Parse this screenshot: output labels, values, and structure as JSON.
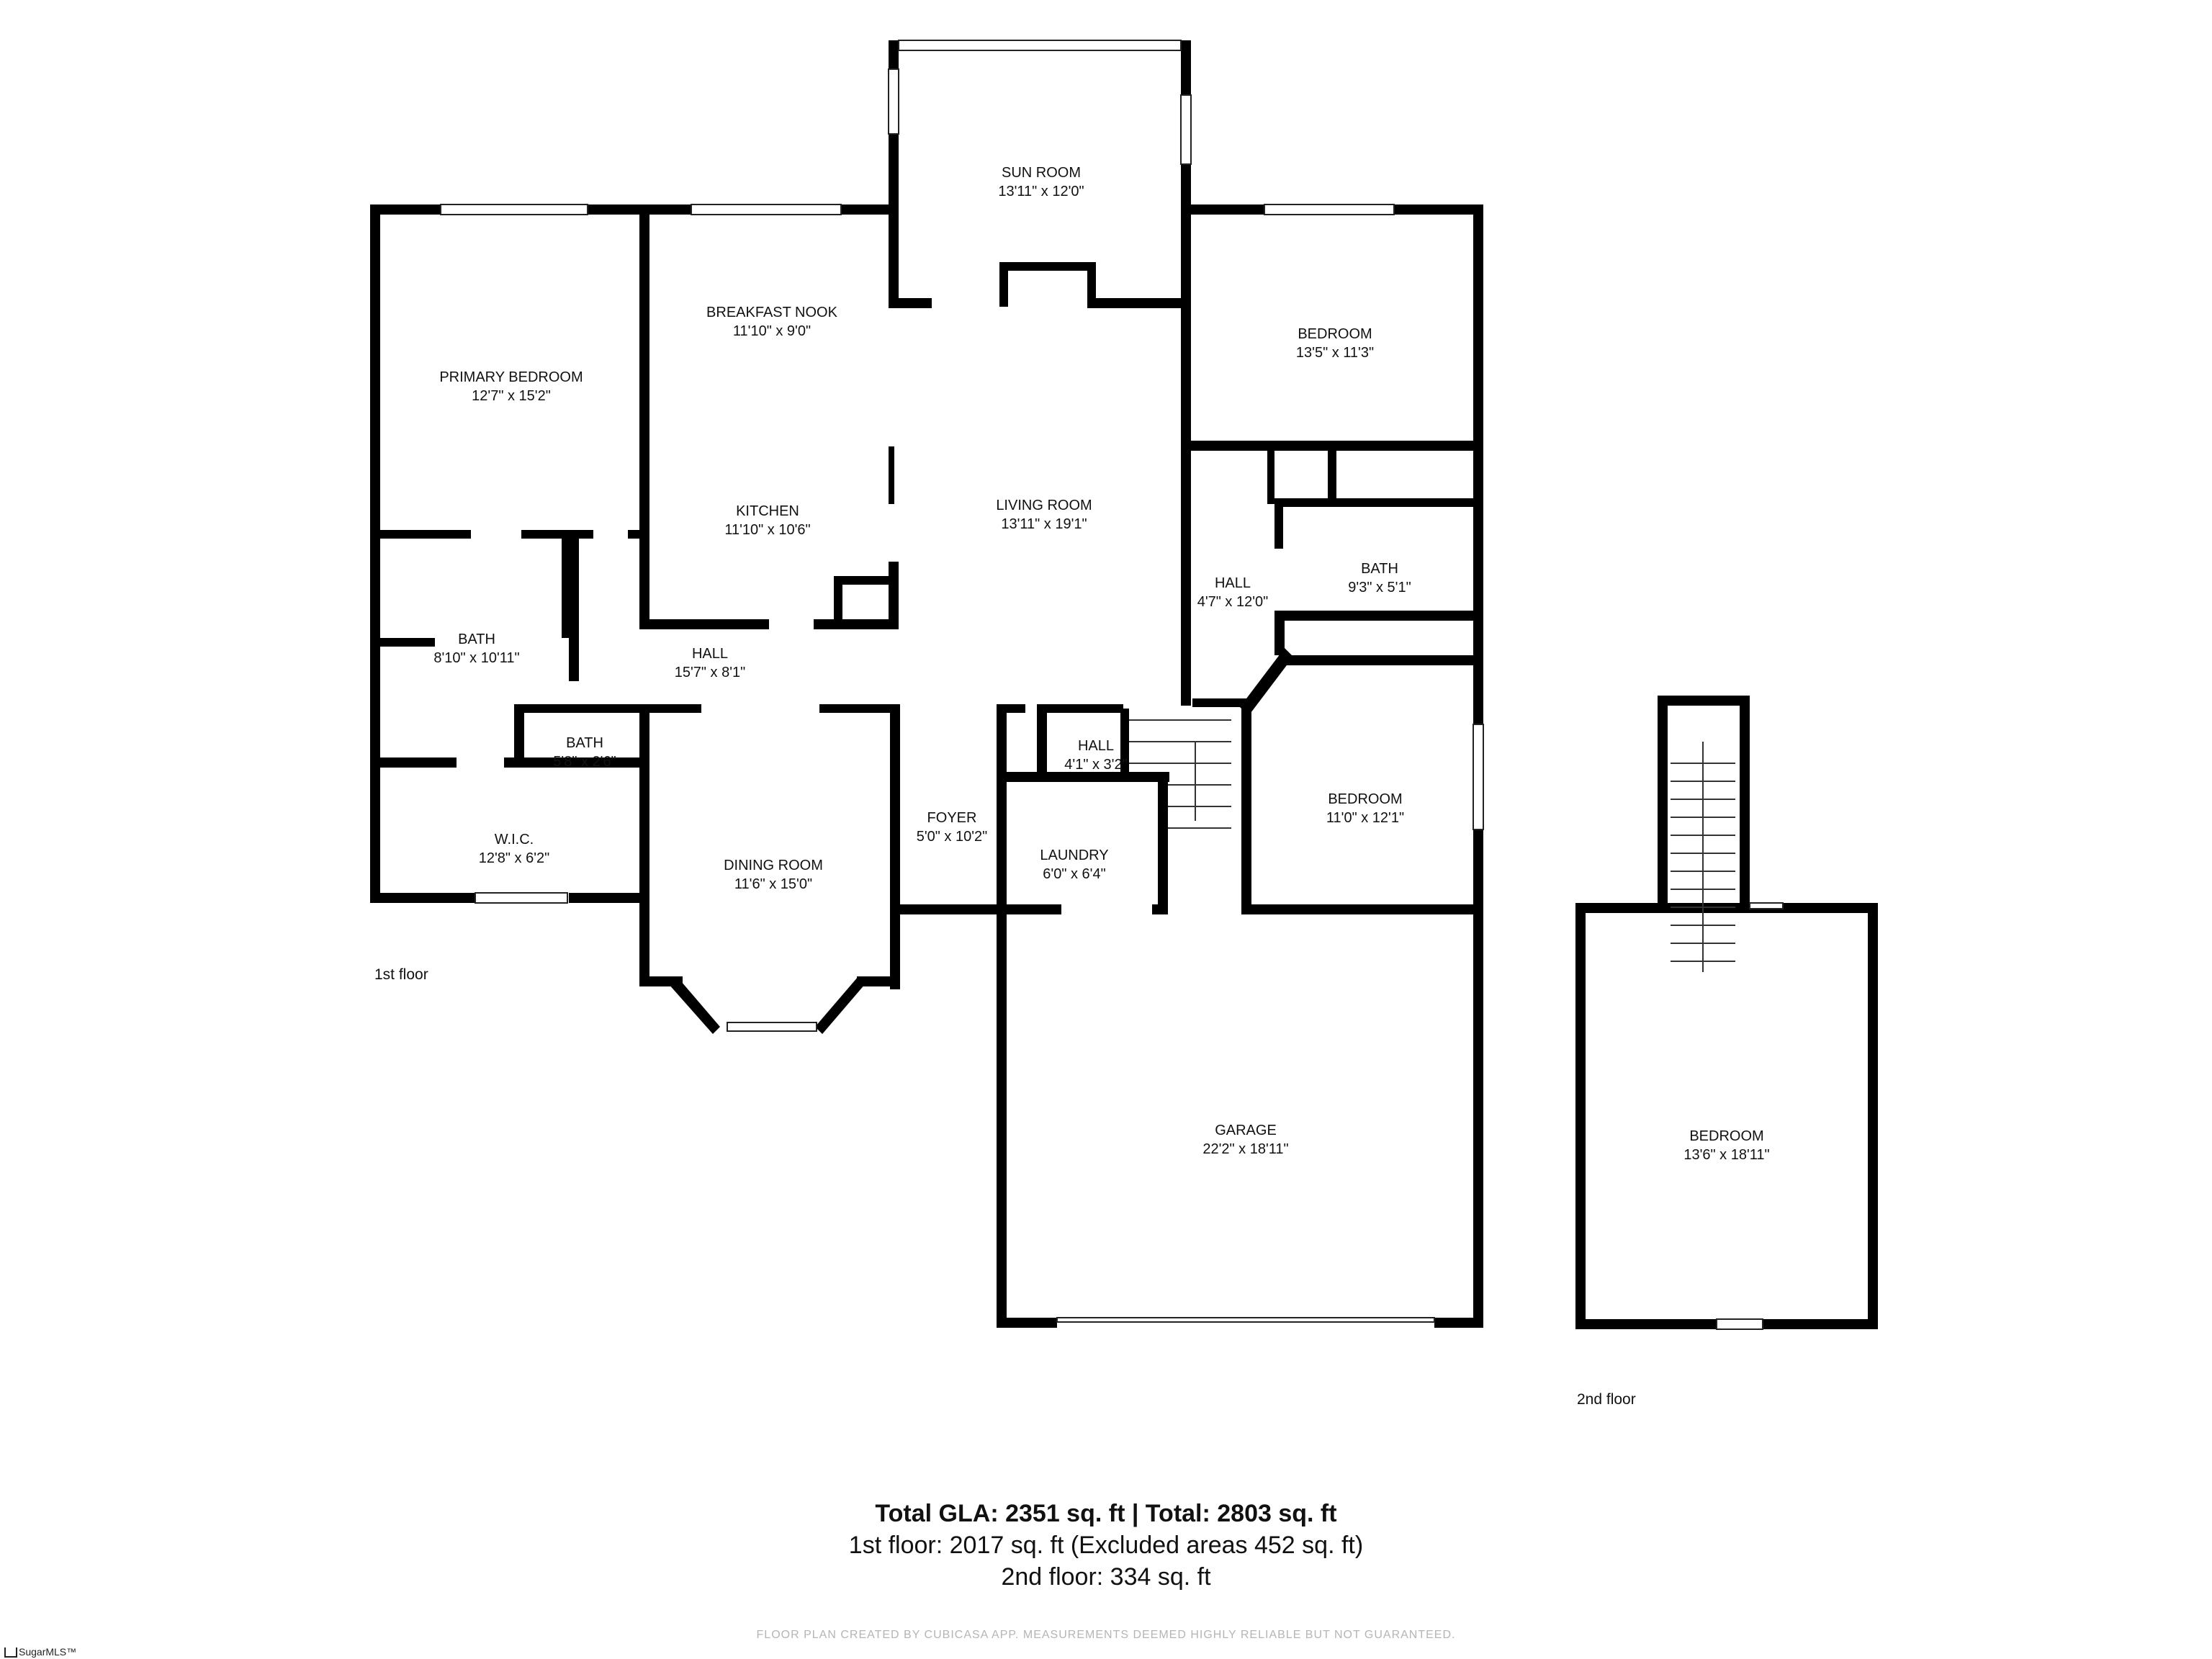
{
  "rooms": {
    "sun_room": {
      "name": "SUN ROOM",
      "dim": "13'11\" x 12'0\""
    },
    "primary_bedroom": {
      "name": "PRIMARY BEDROOM",
      "dim": "12'7\" x 15'2\""
    },
    "breakfast_nook": {
      "name": "BREAKFAST NOOK",
      "dim": "11'10\" x 9'0\""
    },
    "bedroom_ne": {
      "name": "BEDROOM",
      "dim": "13'5\" x 11'3\""
    },
    "kitchen": {
      "name": "KITCHEN",
      "dim": "11'10\" x 10'6\""
    },
    "living_room": {
      "name": "LIVING ROOM",
      "dim": "13'11\" x 19'1\""
    },
    "hall_east": {
      "name": "HALL",
      "dim": "4'7\" x 12'0\""
    },
    "bath_east": {
      "name": "BATH",
      "dim": "9'3\" x 5'1\""
    },
    "bath_west": {
      "name": "BATH",
      "dim": "8'10\" x 10'11\""
    },
    "hall_main": {
      "name": "HALL",
      "dim": "15'7\" x 8'1\""
    },
    "bath_small": {
      "name": "BATH",
      "dim": "5'8\" x 2'6\""
    },
    "hall_small": {
      "name": "HALL",
      "dim": "4'1\" x 3'2\""
    },
    "bedroom_se": {
      "name": "BEDROOM",
      "dim": "11'0\" x 12'1\""
    },
    "wic": {
      "name": "W.I.C.",
      "dim": "12'8\" x 6'2\""
    },
    "dining_room": {
      "name": "DINING ROOM",
      "dim": "11'6\" x 15'0\""
    },
    "foyer": {
      "name": "FOYER",
      "dim": "5'0\" x 10'2\""
    },
    "laundry": {
      "name": "LAUNDRY",
      "dim": "6'0\" x 6'4\""
    },
    "garage": {
      "name": "GARAGE",
      "dim": "22'2\" x 18'11\""
    },
    "bedroom_2nd": {
      "name": "BEDROOM",
      "dim": "13'6\" x 18'11\""
    }
  },
  "floors": {
    "first": "1st floor",
    "second": "2nd floor"
  },
  "summary": {
    "line1": "Total GLA: 2351 sq. ft | Total: 2803 sq. ft",
    "line2": "1st floor: 2017 sq. ft (Excluded areas 452 sq. ft)",
    "line3": "2nd floor: 334 sq. ft"
  },
  "disclaimer": "FLOOR PLAN CREATED BY CUBICASA APP. MEASUREMENTS DEEMED HIGHLY RELIABLE BUT NOT GUARANTEED.",
  "logo": "SugarMLS™",
  "colors": {
    "wall": "#000000",
    "background": "#ffffff"
  }
}
